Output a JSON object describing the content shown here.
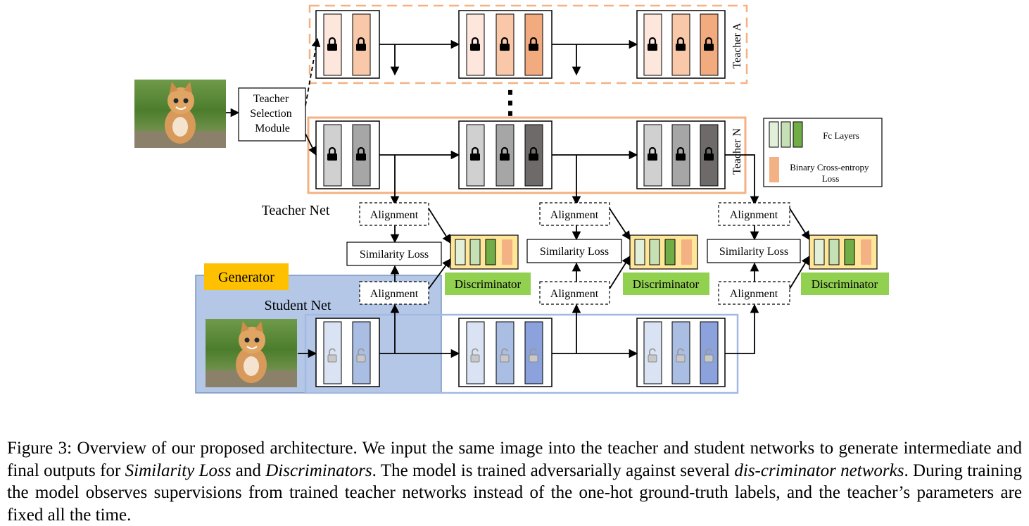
{
  "diagram": {
    "teacher_a_label": "Teacher A",
    "teacher_n_label": "Teacher N",
    "selection_module_lines": [
      "Teacher",
      "Selection",
      "Module"
    ],
    "teacher_net_label": "Teacher Net",
    "student_net_label": "Student Net",
    "generator_label": "Generator",
    "alignment_label": "Alignment",
    "similarity_loss_label": "Similarity Loss",
    "discriminator_label": "Discriminator",
    "ellipsis": "⋮",
    "legend": {
      "fc_layers": "Fc Layers",
      "bce_loss_lines": [
        "Binary Cross-entropy",
        "Loss"
      ]
    },
    "input_image_icon": "kitten-photo",
    "lock_icon": "lock-icon",
    "unlock_icon": "unlock-icon"
  },
  "colors": {
    "teacher_a_layers": [
      "#fde6db",
      "#f8c8a9",
      "#f2aa7f"
    ],
    "teacher_n_layers": [
      "#d0d0d0",
      "#a6a6a6",
      "#6e6a6a"
    ],
    "student_layers": [
      "#dae3f3",
      "#aabee4",
      "#8ba2dc"
    ],
    "generator_fill": "#b4c7e7",
    "generator_stroke": "#7a96c5",
    "student_frame": "#a3b9e2",
    "teacher_frame": "#f4b183",
    "generator_label_bg": "#ffc000",
    "discriminator_bg": "#92d050",
    "discriminator_box": "#ffe699",
    "fc_layer_fills": [
      "#e2f0d9",
      "#c5e0b4",
      "#70ad47"
    ],
    "bce_fill": "#f4b183"
  },
  "caption": {
    "label": "Figure 3:",
    "part1": " Overview of our proposed architecture. We input the same image into the teacher and student networks to generate intermediate and final outputs for ",
    "term1": "Similarity Loss",
    "part2": " and ",
    "term2": "Discriminators",
    "part3": ". The model is trained adversarially against several ",
    "term3": "dis-criminator networks",
    "part4": ". During training the model observes supervisions from trained teacher networks instead of the one-hot ground-truth labels, and the teacher’s parameters are fixed all the time."
  }
}
